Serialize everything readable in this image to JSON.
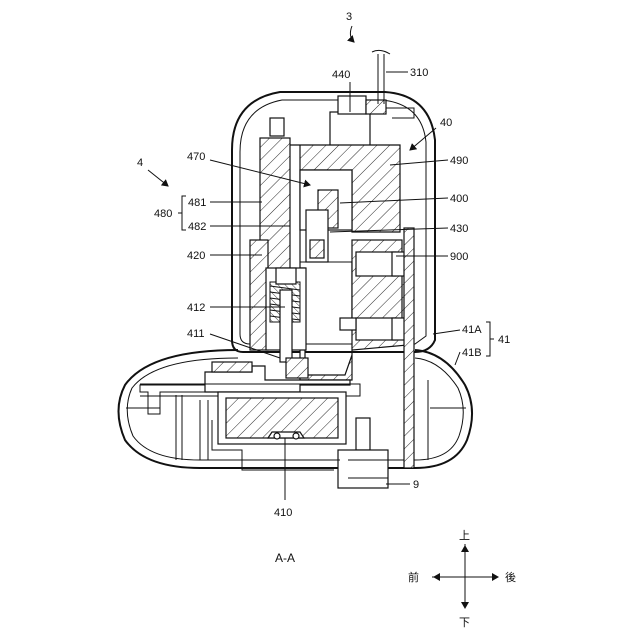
{
  "labels": {
    "l3": "3",
    "l310": "310",
    "l440": "440",
    "l40": "40",
    "l4": "4",
    "l470": "470",
    "l490": "490",
    "l481": "481",
    "l480": "480",
    "l400": "400",
    "l482": "482",
    "l430": "430",
    "l420": "420",
    "l900": "900",
    "l412": "412",
    "l41A": "41A",
    "l41": "41",
    "l411": "411",
    "l41B": "41B",
    "l9": "9",
    "l410": "410"
  },
  "section_title": "A-A",
  "directions": {
    "up": "上",
    "down": "下",
    "front": "前",
    "back": "後"
  }
}
